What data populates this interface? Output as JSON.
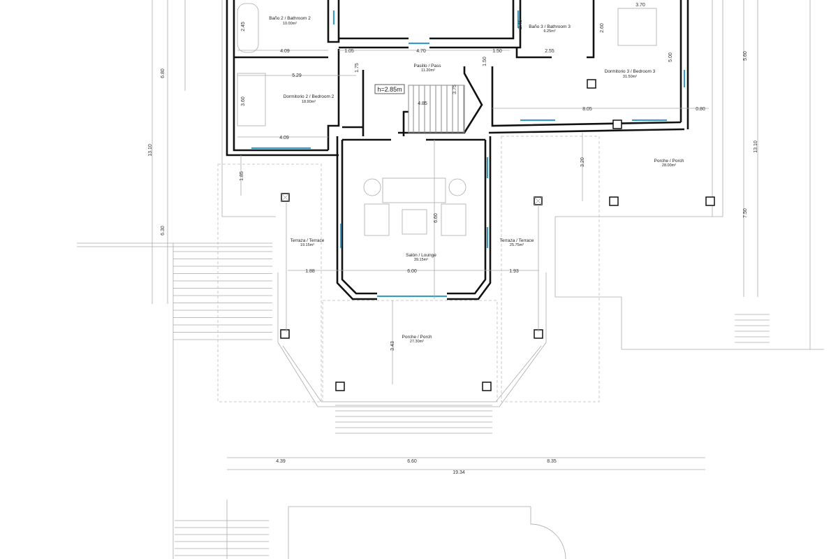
{
  "rooms": {
    "bath2": {
      "name": "Baño 2 / Bathroom 2",
      "area": "10.00m²"
    },
    "pass": {
      "name": "Pasillo / Pass",
      "area": "11.20m²"
    },
    "bed2": {
      "name": "Dormitorio 2 / Bedroom 2",
      "area": "18.90m²"
    },
    "bath3": {
      "name": "Baño 3 / Bathroom 3",
      "area": "6.25m²"
    },
    "bed3": {
      "name": "Dormitorio 3 / Bedroom 3",
      "area": "31.50m²"
    },
    "porch_right": {
      "name": "Porche / Porch",
      "area": "28.00m²"
    },
    "terrace_left": {
      "name": "Terraza / Terrace",
      "area": "19.15m²"
    },
    "terrace_right": {
      "name": "Terraza / Terrace",
      "area": "25.75m²"
    },
    "lounge": {
      "name": "Salón / Lounge",
      "area": "39.15m²"
    },
    "porch_front": {
      "name": "Porche / Porch",
      "area": "27.30m²"
    }
  },
  "ceiling_height": "h=2.85m",
  "dimensions": {
    "bath2_h": "2.45",
    "bath2_w": "4.09",
    "hall_a": "1.05",
    "hall_w": "4.70",
    "hall_b": "1.50",
    "hall_v1": "1.75",
    "hall_v2": "1.50",
    "bed2_w": "5.29",
    "bed2_h": "3.60",
    "bed2_w2": "4.09",
    "stair_h": "3.75",
    "stair_w": "4.85",
    "bed3_top": "3.70",
    "bath3_h": "2.45",
    "bed3_v": "2.60",
    "bath3_w": "2.55",
    "bed3_h": "5.00",
    "bed3_w": "8.05",
    "bed3_gap": "0.80",
    "porch_r_h": "3.20",
    "terr_l_v": "1.85",
    "lounge_h": "6.60",
    "terr_l_w": "1.88",
    "lounge_w": "6.00",
    "terr_r_w": "1.93",
    "porch_f_h": "3.43",
    "left_a": "6.80",
    "left_total": "13.10",
    "left_b": "6.30",
    "right_a": "5.60",
    "right_total": "13.10",
    "right_b": "7.50",
    "bottom_a": "4.39",
    "bottom_b": "6.60",
    "bottom_c": "8.35",
    "bottom_total": "19.34"
  }
}
